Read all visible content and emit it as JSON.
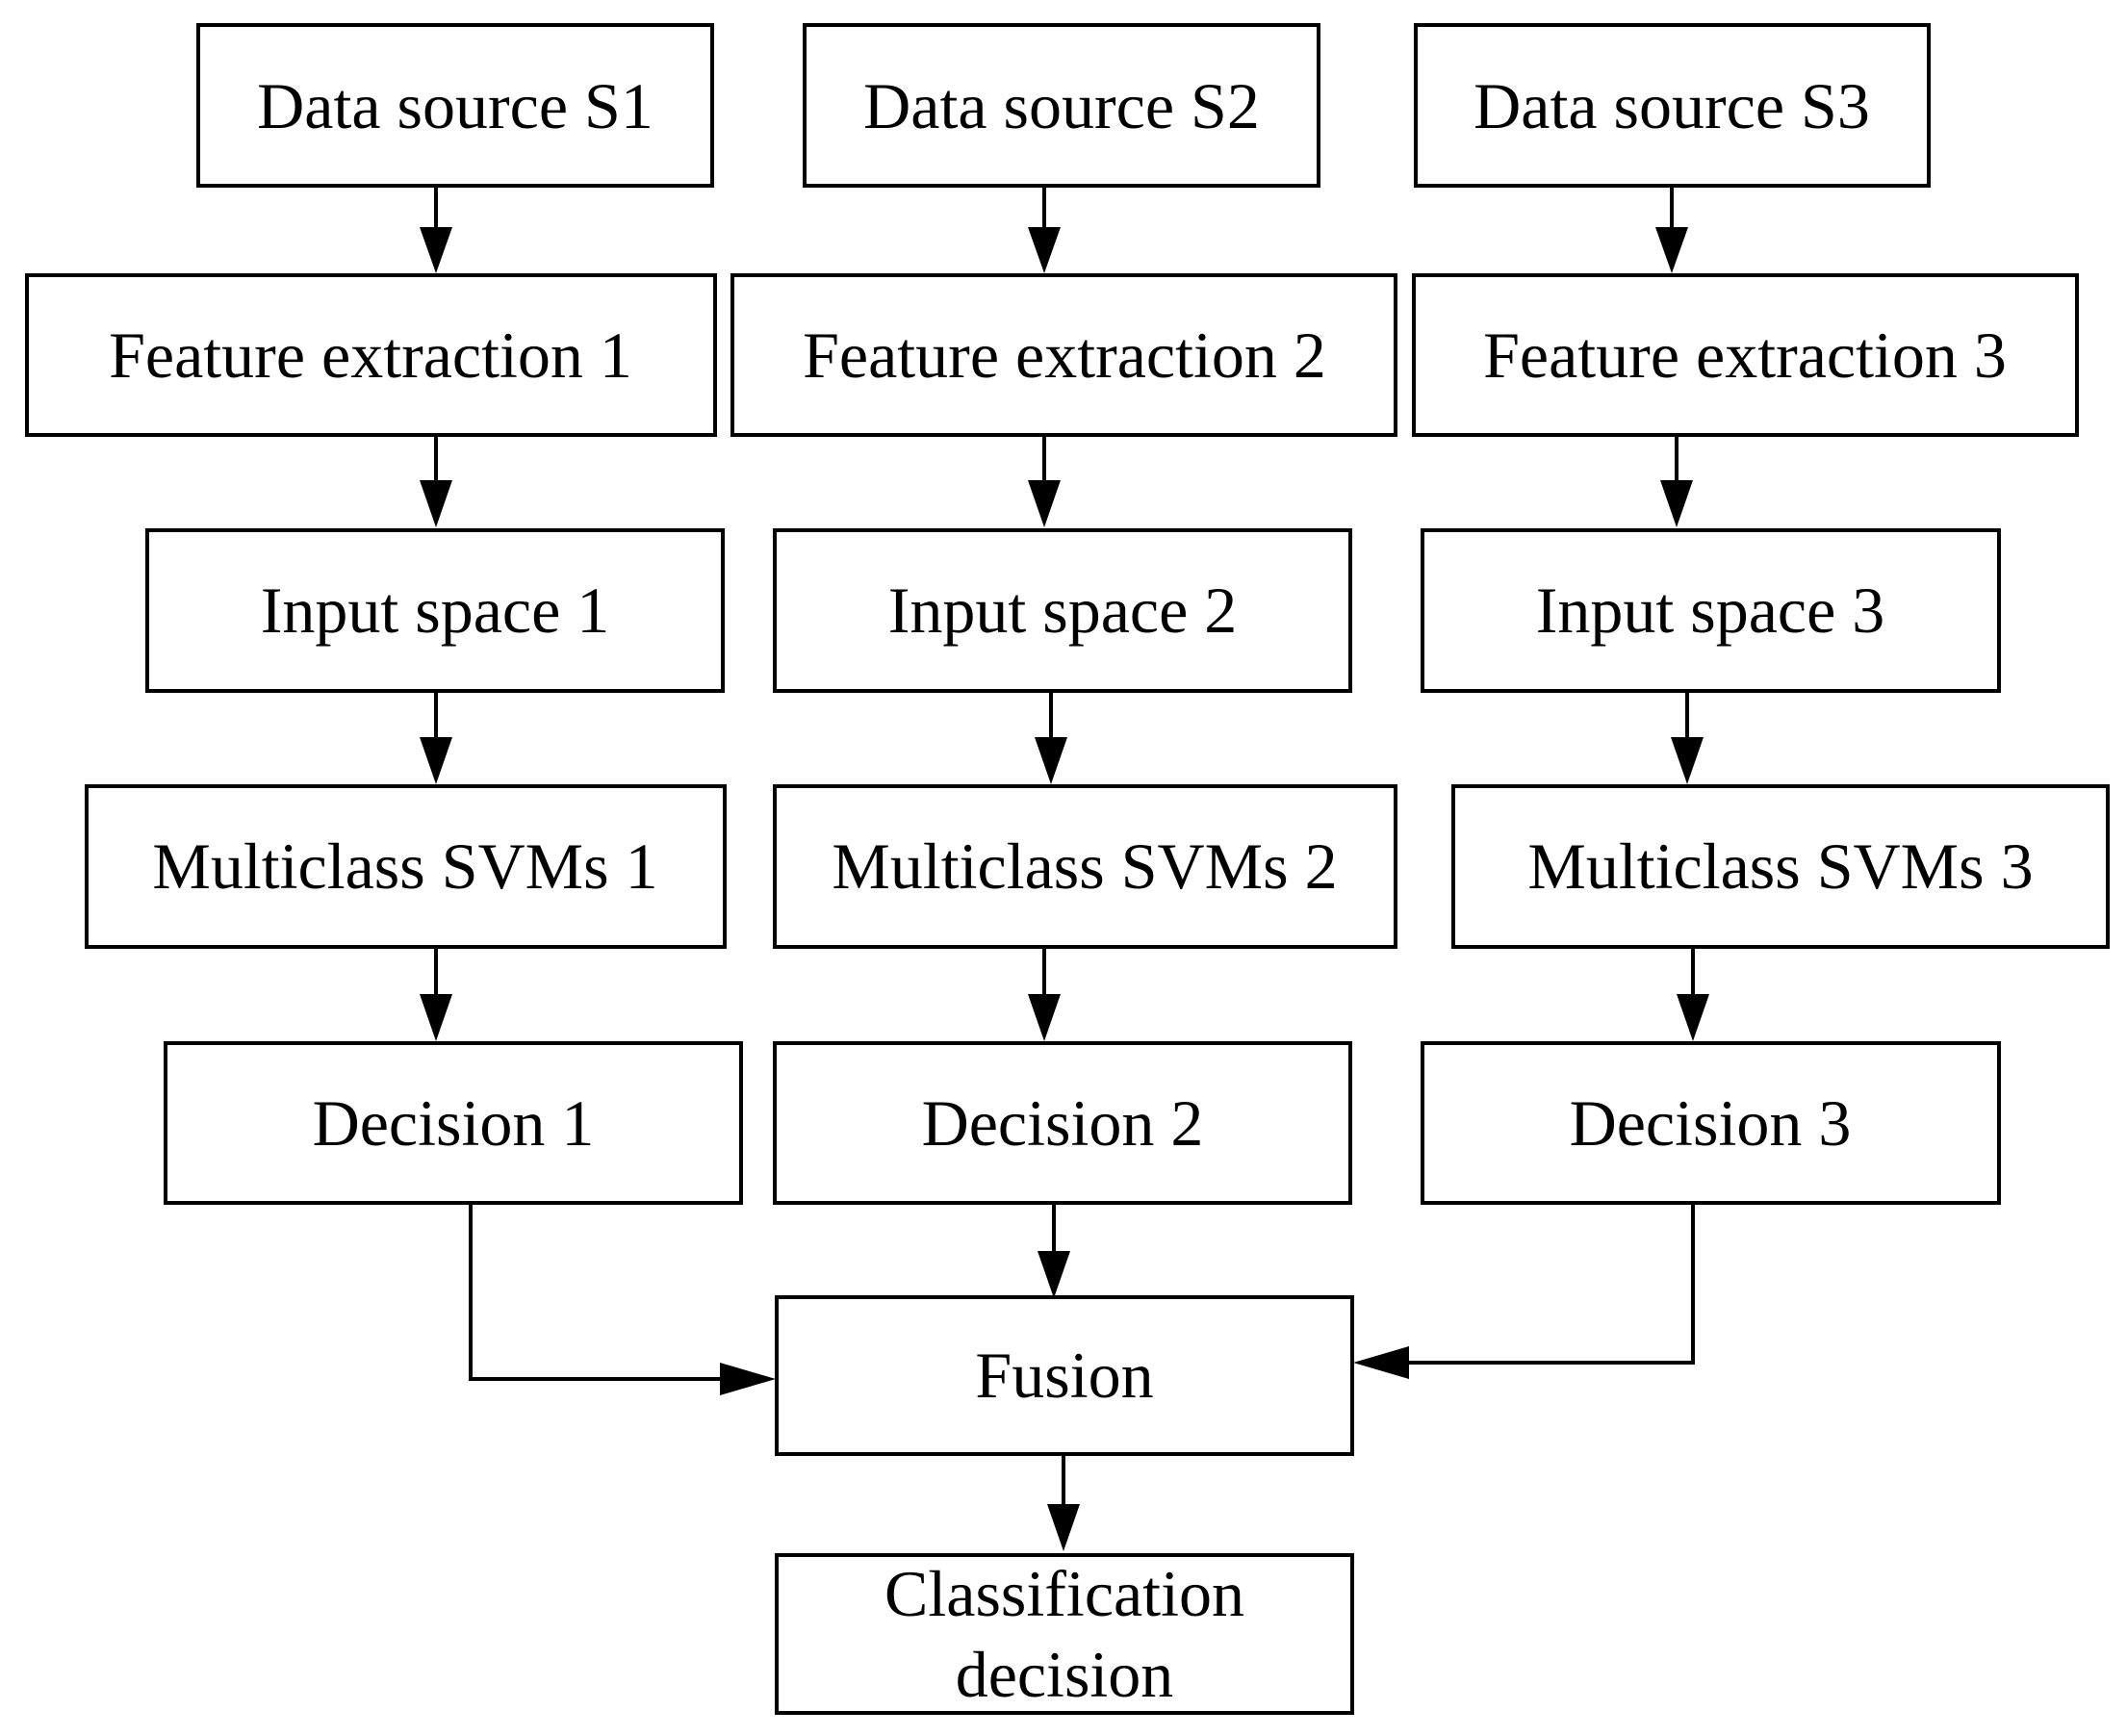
{
  "nodes": [
    {
      "id": "s1",
      "label": "Data source S1"
    },
    {
      "id": "s2",
      "label": "Data source S2"
    },
    {
      "id": "s3",
      "label": "Data source S3"
    },
    {
      "id": "fe1",
      "label": "Feature extraction 1"
    },
    {
      "id": "fe2",
      "label": "Feature extraction 2"
    },
    {
      "id": "fe3",
      "label": "Feature extraction 3"
    },
    {
      "id": "in1",
      "label": "Input space 1"
    },
    {
      "id": "in2",
      "label": "Input space 2"
    },
    {
      "id": "in3",
      "label": "Input space 3"
    },
    {
      "id": "svm1",
      "label": "Multiclass SVMs 1"
    },
    {
      "id": "svm2",
      "label": "Multiclass SVMs 2"
    },
    {
      "id": "svm3",
      "label": "Multiclass SVMs 3"
    },
    {
      "id": "dec1",
      "label": "Decision 1"
    },
    {
      "id": "dec2",
      "label": "Decision 2"
    },
    {
      "id": "dec3",
      "label": "Decision 3"
    },
    {
      "id": "fusion",
      "label": "Fusion"
    },
    {
      "id": "final",
      "label": "Classification decision",
      "lines": [
        "Classification",
        "decision"
      ]
    }
  ],
  "edges": [
    {
      "from": "s1",
      "to": "fe1"
    },
    {
      "from": "s2",
      "to": "fe2"
    },
    {
      "from": "s3",
      "to": "fe3"
    },
    {
      "from": "fe1",
      "to": "in1"
    },
    {
      "from": "fe2",
      "to": "in2"
    },
    {
      "from": "fe3",
      "to": "in3"
    },
    {
      "from": "in1",
      "to": "svm1"
    },
    {
      "from": "in2",
      "to": "svm2"
    },
    {
      "from": "in3",
      "to": "svm3"
    },
    {
      "from": "svm1",
      "to": "dec1"
    },
    {
      "from": "svm2",
      "to": "dec2"
    },
    {
      "from": "svm3",
      "to": "dec3"
    },
    {
      "from": "dec1",
      "to": "fusion"
    },
    {
      "from": "dec2",
      "to": "fusion"
    },
    {
      "from": "dec3",
      "to": "fusion"
    },
    {
      "from": "fusion",
      "to": "final"
    }
  ]
}
